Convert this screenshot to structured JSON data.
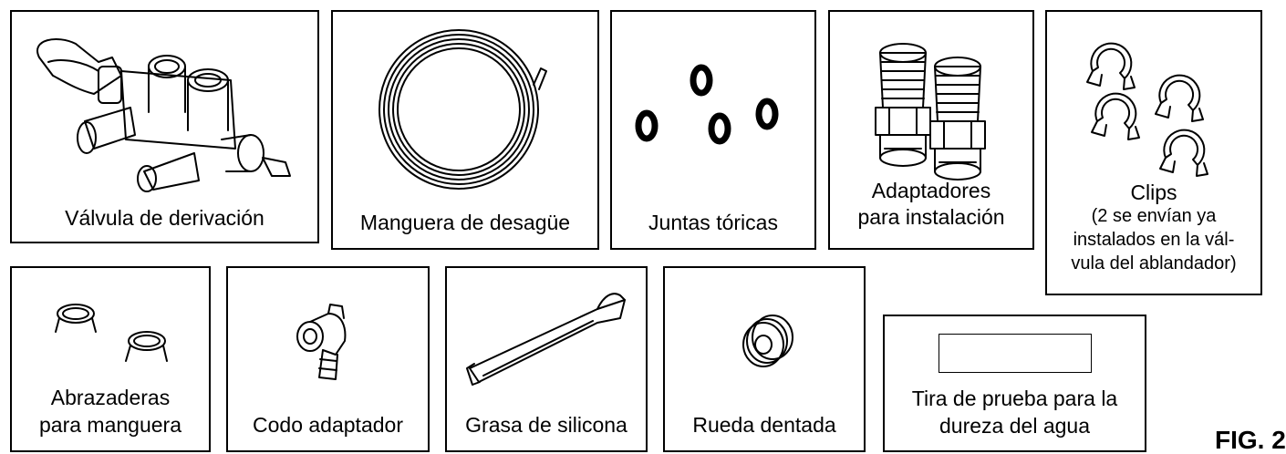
{
  "parts": {
    "bypass_valve": "Válvula de derivación",
    "drain_hose": "Manguera de desagüe",
    "o_rings": "Juntas tóricas",
    "adapters": [
      "Adaptadores",
      "para instalación"
    ],
    "clips": [
      "Clips",
      "(2 se envían ya",
      "instalados en la vál-",
      "vula del ablandador)"
    ],
    "hose_clamps": [
      "Abrazaderas",
      "para manguera"
    ],
    "elbow": "Codo adaptador",
    "silicone_grease": "Grasa de silicona",
    "gear_wheel": "Rueda dentada",
    "test_strip": [
      "Tira de prueba para la",
      "dureza del agua"
    ]
  },
  "figure_label": "FIG. 2"
}
